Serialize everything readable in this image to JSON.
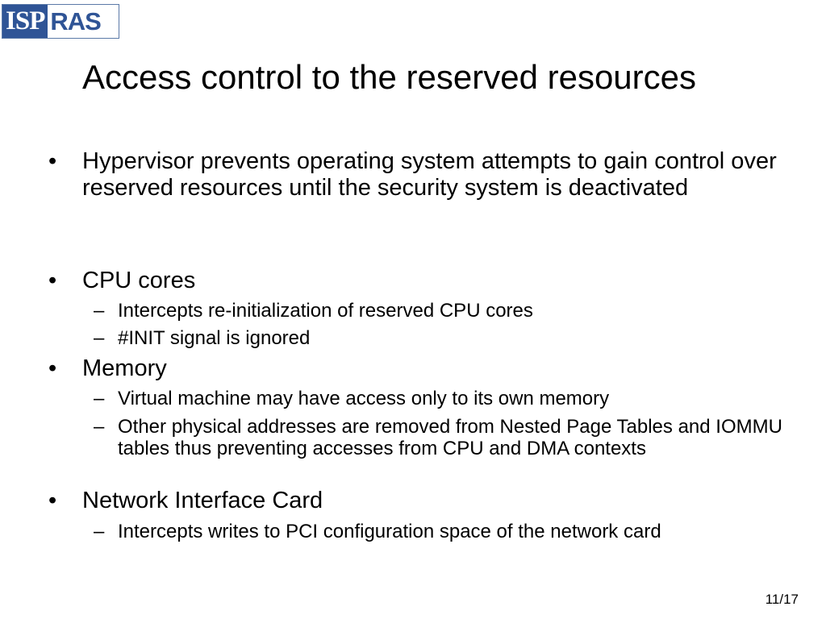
{
  "logo": {
    "left_text": "ISP",
    "right_text": "RAS"
  },
  "slide": {
    "title": "Access control to the reserved resources",
    "bullets": [
      {
        "text": "Hypervisor prevents operating system attempts to gain control over reserved resources until the security system is deactivated",
        "sub": []
      },
      {
        "text": "CPU cores",
        "sub": [
          "Intercepts re-initialization of reserved CPU cores",
          "#INIT signal is ignored"
        ]
      },
      {
        "text": "Memory",
        "sub": [
          "Virtual machine may have access only to its own memory",
          "Other physical addresses are removed from Nested Page Tables and IOMMU tables thus preventing accesses from CPU and DMA contexts"
        ]
      },
      {
        "text": "Network Interface Card",
        "sub": [
          "Intercepts writes to PCI configuration space of the network card"
        ]
      }
    ],
    "bullet_symbol": "•",
    "sub_bullet_symbol": "–",
    "page_number": "11/17"
  },
  "colors": {
    "logo_blue": "#2f5496",
    "text": "#000000",
    "background": "#ffffff"
  }
}
